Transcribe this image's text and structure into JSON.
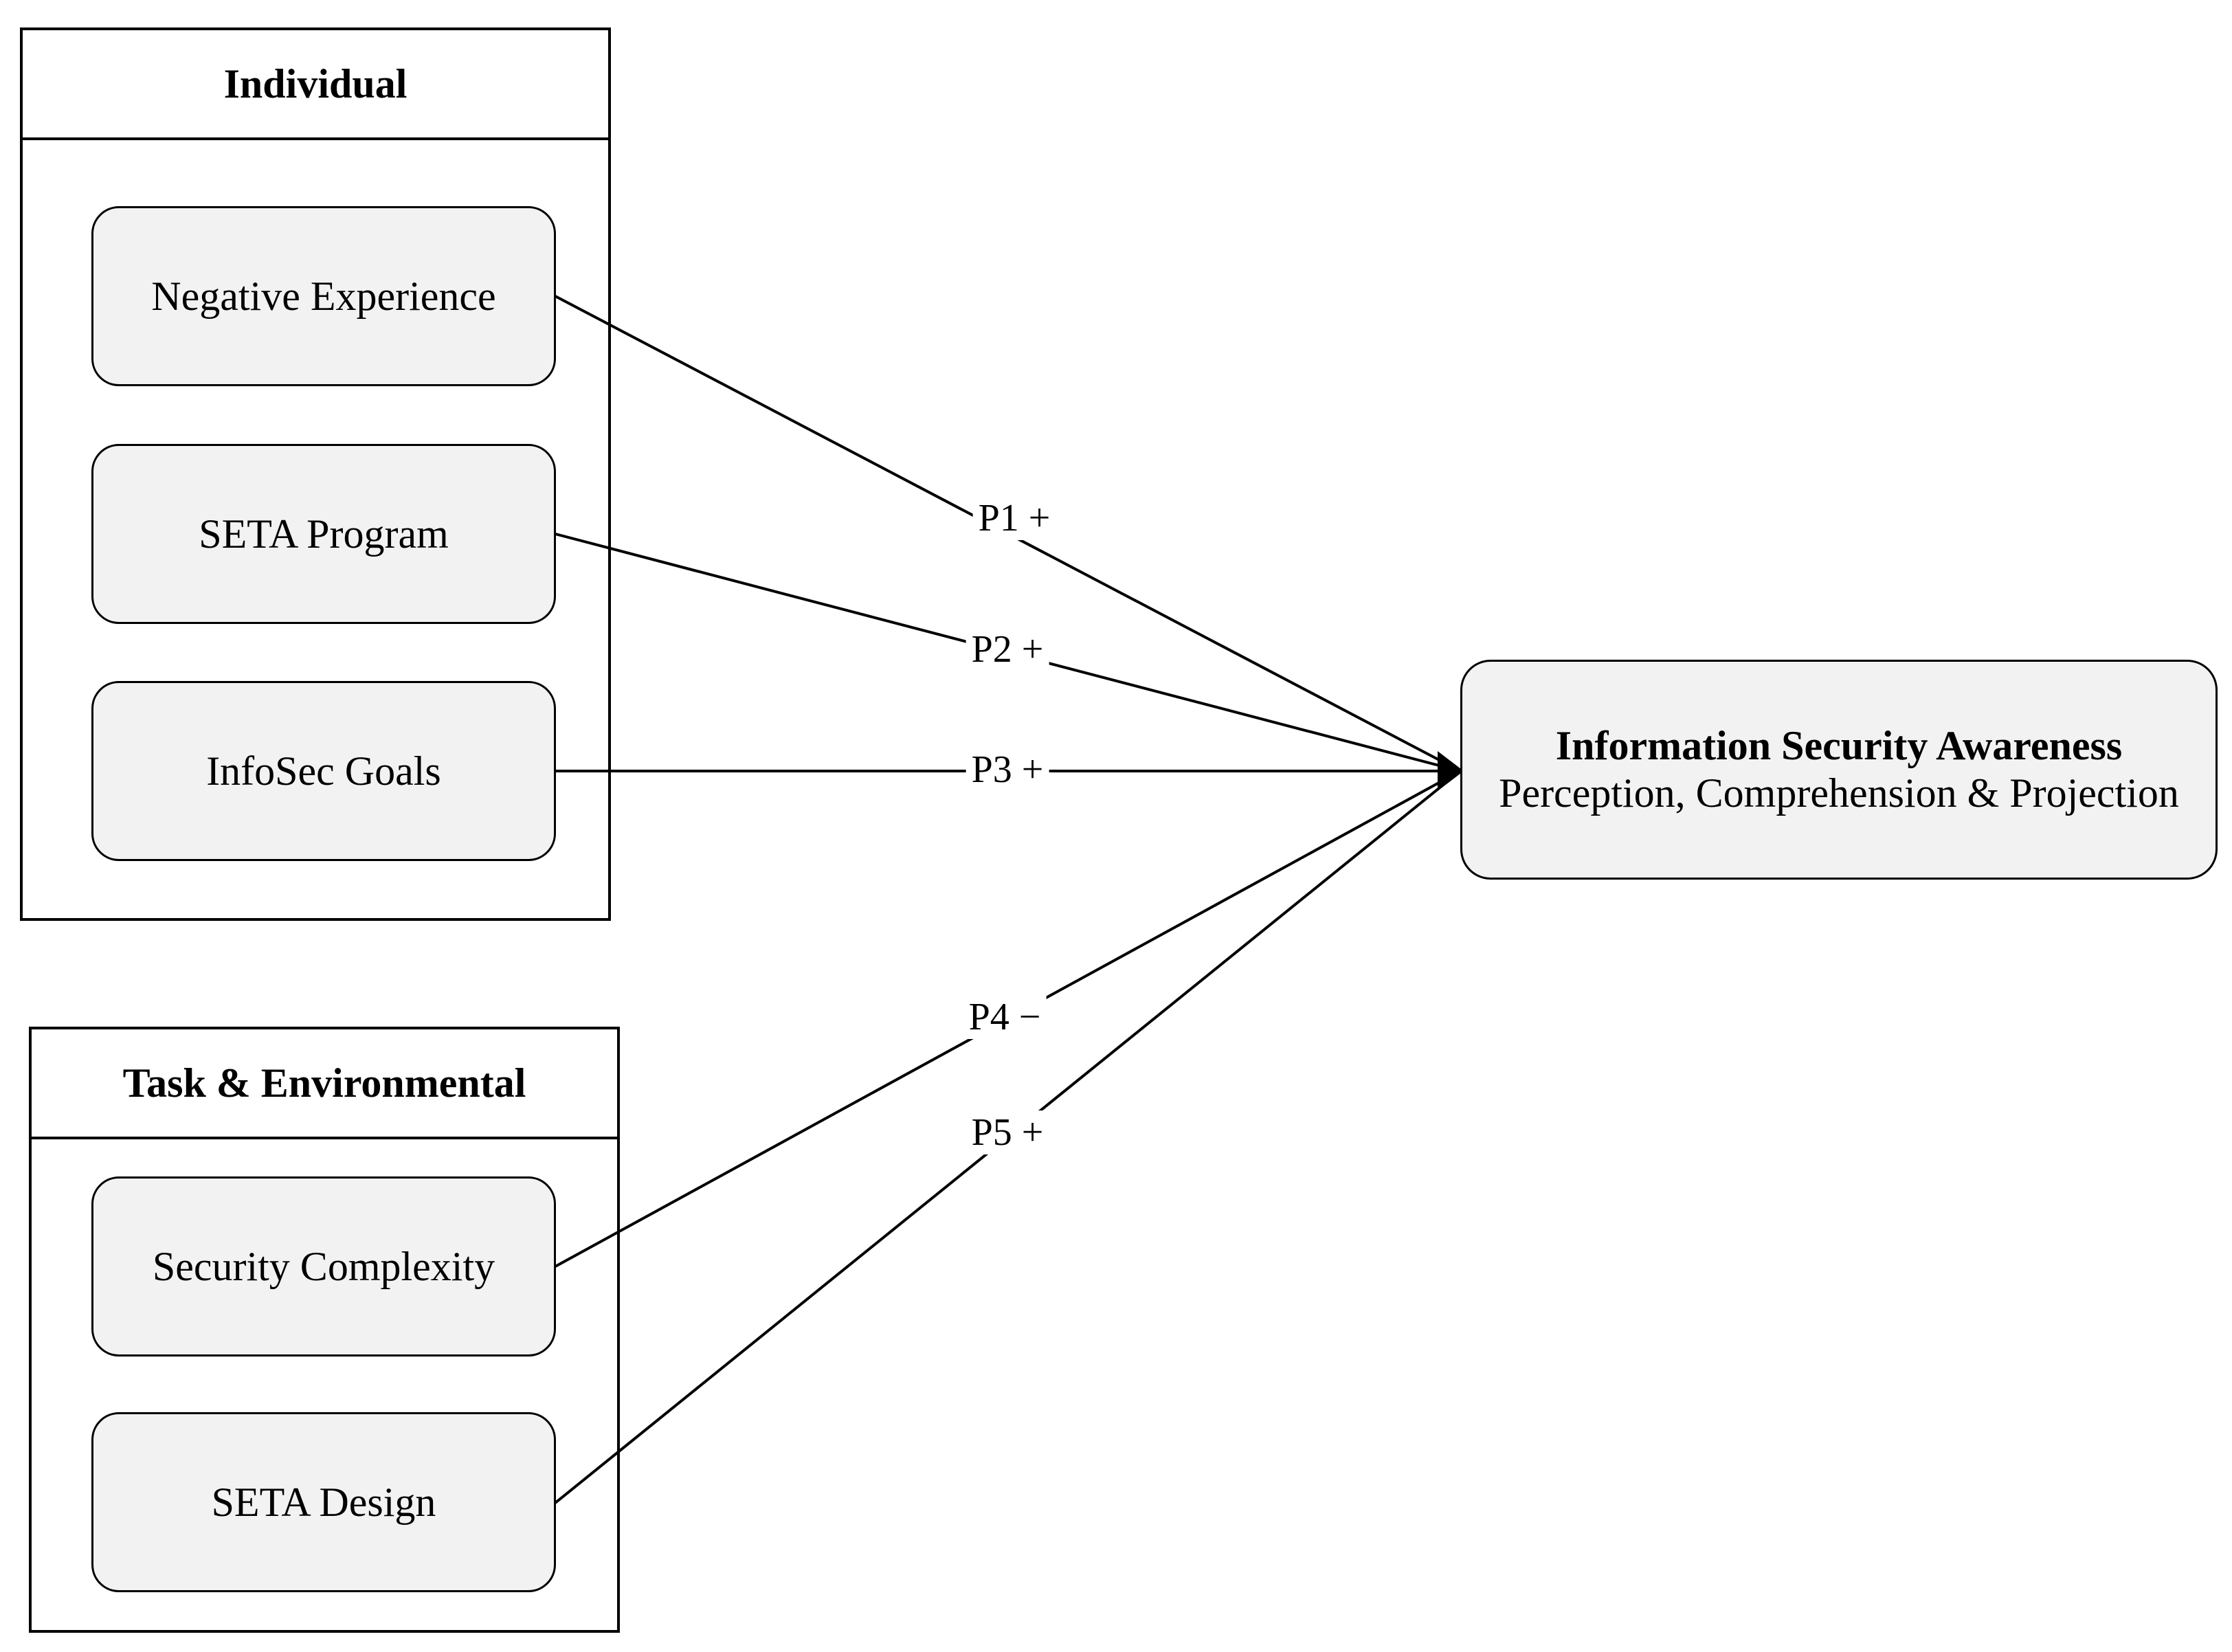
{
  "groups": {
    "individual": {
      "title": "Individual"
    },
    "task_environmental": {
      "title": "Task & Environmental"
    }
  },
  "nodes": {
    "negative_experience": "Negative Experience",
    "seta_program": "SETA Program",
    "infosec_goals": "InfoSec Goals",
    "security_complexity": "Security Complexity",
    "seta_design": "SETA Design"
  },
  "outcome": {
    "title": "Information Security Awareness",
    "subtitle": "Perception, Comprehension & Projection"
  },
  "propositions": [
    {
      "label": "P1 +",
      "from": "negative_experience"
    },
    {
      "label": "P2 +",
      "from": "seta_program"
    },
    {
      "label": "P3 +",
      "from": "infosec_goals"
    },
    {
      "label": "P4 −",
      "from": "security_complexity"
    },
    {
      "label": "P5 +",
      "from": "seta_design"
    }
  ],
  "colors": {
    "node_fill": "#f2f2f2",
    "stroke": "#000000",
    "background": "#ffffff"
  }
}
